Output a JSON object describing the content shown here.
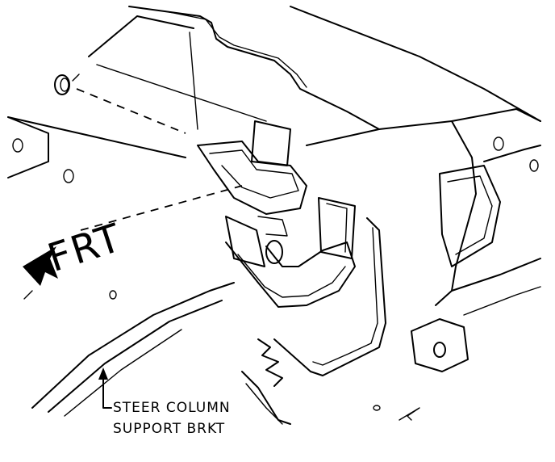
{
  "diagram": {
    "direction_label": "FRT",
    "callout": {
      "line1": "STEER COLUMN",
      "line2": "SUPPORT BRKT"
    }
  }
}
